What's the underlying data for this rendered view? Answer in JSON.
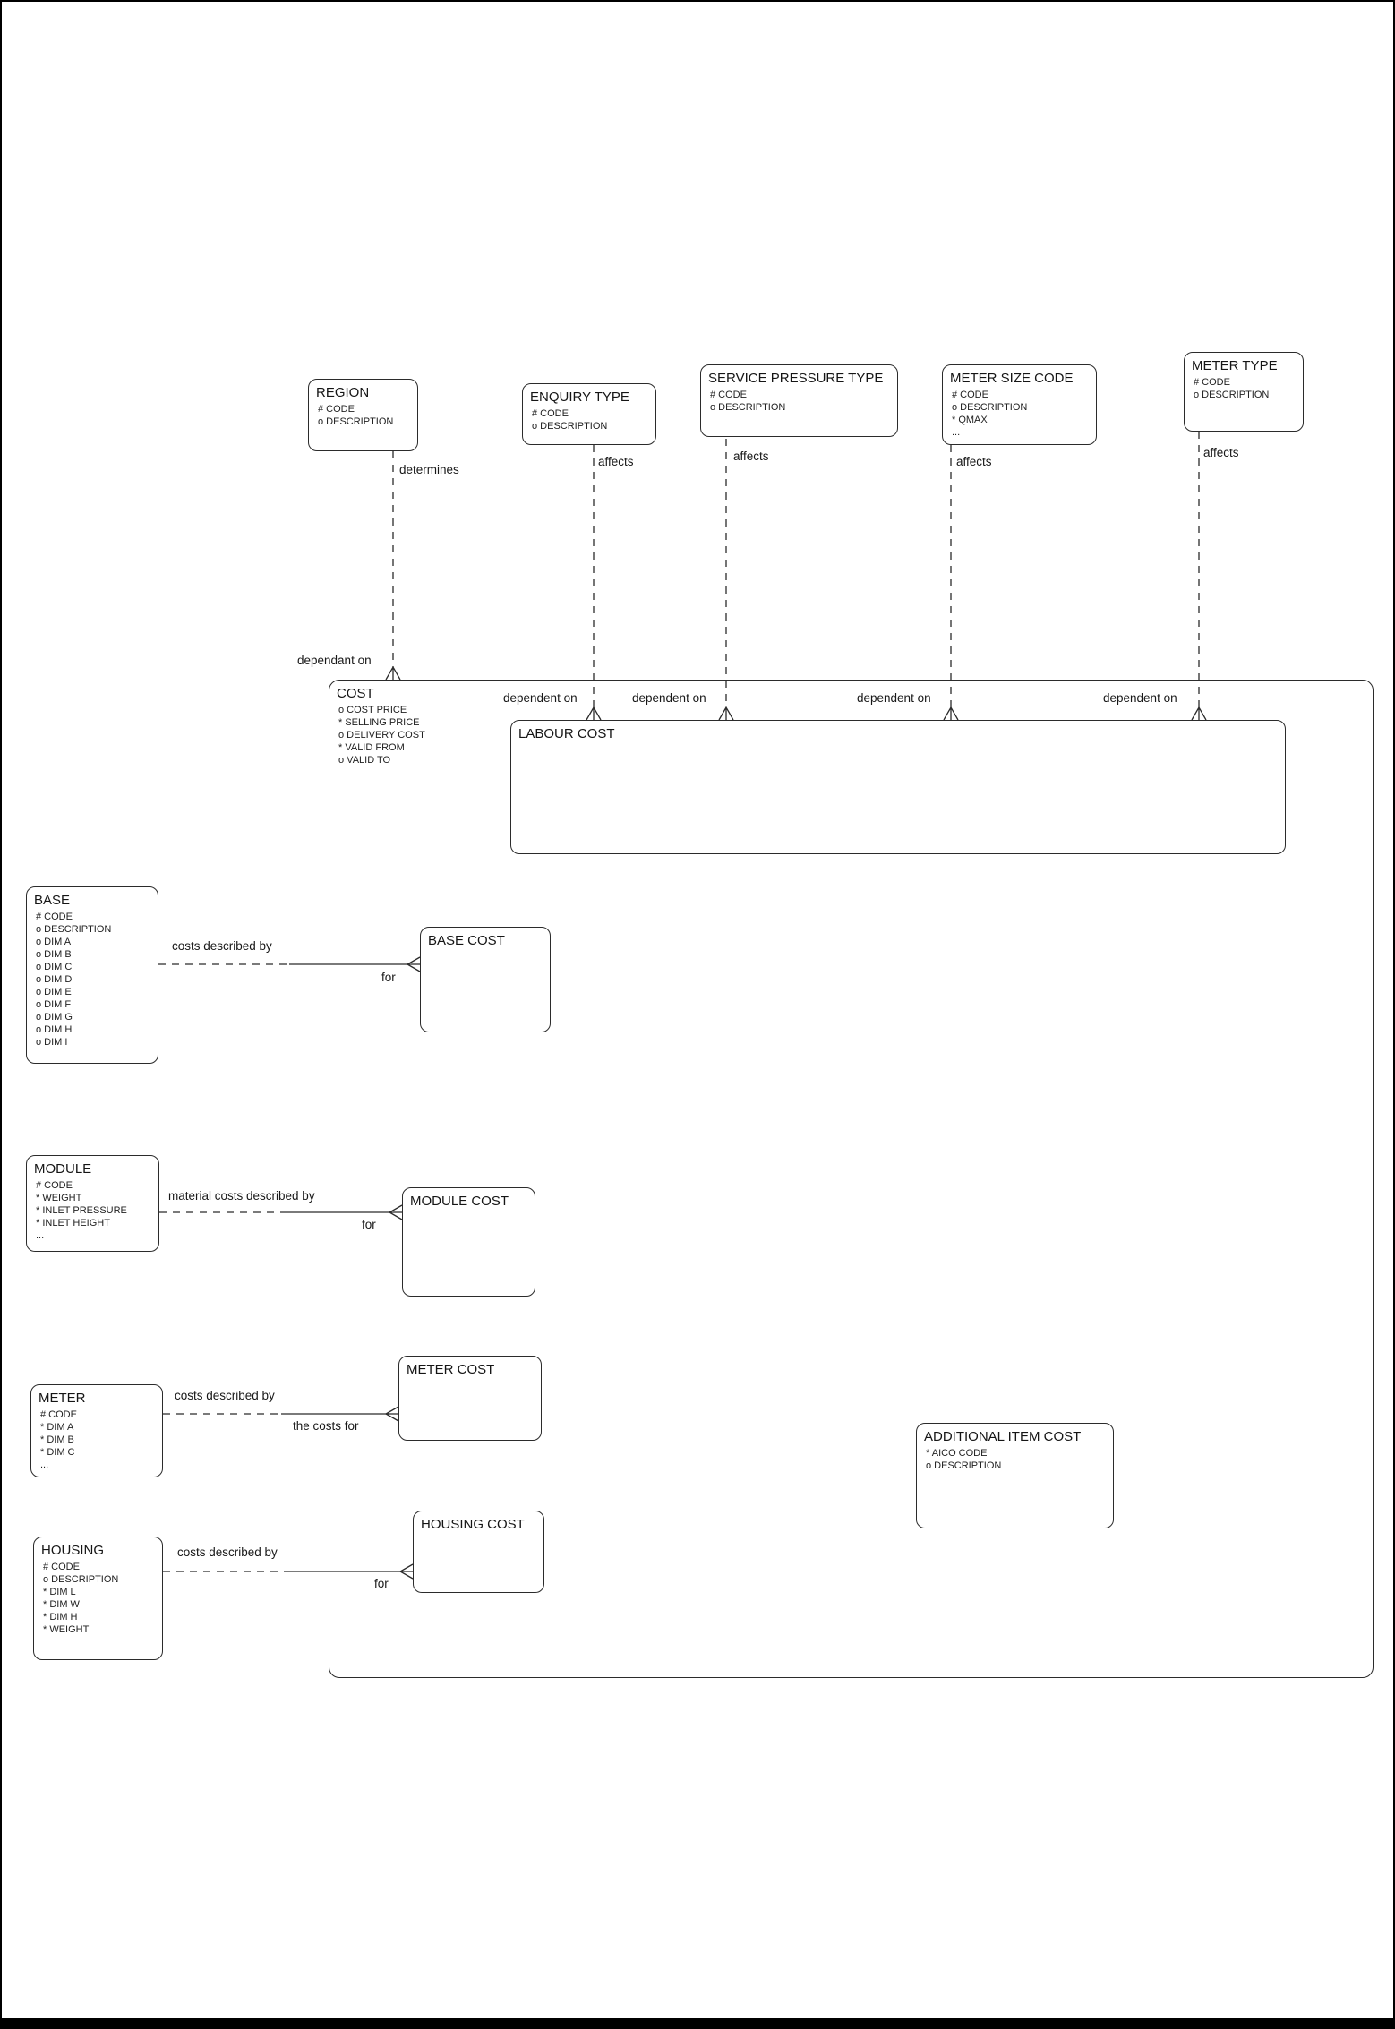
{
  "diagram": {
    "colors": {
      "line": "#2b2b2b",
      "text": "#1a1a1a",
      "background": "#ffffff"
    },
    "entities": {
      "region": {
        "title": "REGION",
        "attrs": [
          "# CODE",
          "o DESCRIPTION"
        ]
      },
      "enquiry_type": {
        "title": "ENQUIRY TYPE",
        "attrs": [
          "# CODE",
          "o DESCRIPTION"
        ]
      },
      "service_pressure_type": {
        "title": "SERVICE PRESSURE TYPE",
        "attrs": [
          "# CODE",
          "o DESCRIPTION"
        ]
      },
      "meter_size_code": {
        "title": "METER SIZE CODE",
        "attrs": [
          "# CODE",
          "o DESCRIPTION",
          "* QMAX",
          "..."
        ]
      },
      "meter_type": {
        "title": "METER TYPE",
        "attrs": [
          "# CODE",
          "o DESCRIPTION"
        ]
      },
      "cost": {
        "title": "COST",
        "attrs": [
          "o COST PRICE",
          "* SELLING PRICE",
          "o DELIVERY COST",
          "* VALID FROM",
          "o VALID TO"
        ]
      },
      "labour_cost": {
        "title": "LABOUR COST",
        "attrs": []
      },
      "base": {
        "title": "BASE",
        "attrs": [
          "# CODE",
          "o DESCRIPTION",
          "o DIM A",
          "o DIM B",
          "o DIM C",
          "o DIM D",
          "o DIM E",
          "o DIM F",
          "o DIM G",
          "o DIM H",
          "o DIM I"
        ]
      },
      "base_cost": {
        "title": "BASE COST",
        "attrs": []
      },
      "module": {
        "title": "MODULE",
        "attrs": [
          "# CODE",
          "* WEIGHT",
          "* INLET PRESSURE",
          "* INLET HEIGHT",
          "..."
        ]
      },
      "module_cost": {
        "title": "MODULE COST",
        "attrs": []
      },
      "meter": {
        "title": "METER",
        "attrs": [
          "# CODE",
          "* DIM A",
          "* DIM B",
          "* DIM C",
          "..."
        ]
      },
      "meter_cost": {
        "title": "METER COST",
        "attrs": []
      },
      "housing": {
        "title": "HOUSING",
        "attrs": [
          "# CODE",
          "o DESCRIPTION",
          "* DIM L",
          "* DIM W",
          "* DIM H",
          "* WEIGHT"
        ]
      },
      "housing_cost": {
        "title": "HOUSING COST",
        "attrs": []
      },
      "additional_item_cost": {
        "title": "ADDITIONAL ITEM COST",
        "attrs": [
          "* AICO CODE",
          "o DESCRIPTION"
        ]
      }
    },
    "relationships": {
      "region_cost": {
        "from_label": "determines",
        "to_label": "dependant on"
      },
      "enquiry_type_cost": {
        "from_label": "affects",
        "to_label": "dependent on"
      },
      "service_pressure_type_cost": {
        "from_label": "affects",
        "to_label": "dependent on"
      },
      "meter_size_code_cost": {
        "from_label": "affects",
        "to_label": "dependent on"
      },
      "meter_type_cost": {
        "from_label": "affects",
        "to_label": "dependent on"
      },
      "base_base_cost": {
        "from_label": "costs described by",
        "to_label": "for"
      },
      "module_module_cost": {
        "from_label": "material costs described by",
        "to_label": "for"
      },
      "meter_meter_cost": {
        "from_label": "costs described by",
        "to_label": "the costs for"
      },
      "housing_housing_cost": {
        "from_label": "costs described by",
        "to_label": "for"
      }
    }
  }
}
